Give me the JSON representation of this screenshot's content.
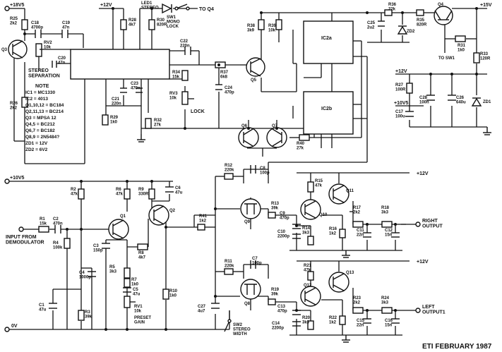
{
  "rails": {
    "plus18": "+18V5",
    "plus12_top": "+12V",
    "plus15": "+15V",
    "plus12_right": "+12V",
    "plus10": "+10V5",
    "plus12_q11": "+12V",
    "plus12_q13": "+12V",
    "plus10_left": "+10V5",
    "zero_v": "0V"
  },
  "labels": {
    "led": "LED1\nSTEREO",
    "sw1": "SW1\nMONO\nLOCK",
    "to_q4": "TO Q4",
    "to_sw1": "TO SW1",
    "stereo_sep": "STEREO\nSEPARATION",
    "lock": "LOCK",
    "input": "INPUT FROM\nDEMODULATOR",
    "preset_gain": "PRESET\nGAIN",
    "right_out": "RIGHT\nOUTPUT",
    "left_out": "LEFT\nOUTPUT1",
    "sw2": "SW2\nSTEREO\nWIDTH",
    "footer": "ETI FEBRUARY 1987"
  },
  "notes": {
    "title": "NOTE",
    "lines": [
      "IC1 = MC1330",
      "IC2 = 4013",
      "Q1,10,12 = BC184",
      "Q2,11,13 = BC214",
      "Q3 = MPSA 12",
      "Q4,5 = BC212",
      "Q6,7 = BC182",
      "Q8,9 = 2N5484?",
      "ZD1 = 12V",
      "ZD2 = 6V2"
    ]
  },
  "components": {
    "r25": "R25\n2k2",
    "c18": "C18\n4700p",
    "c19": "C19\n47n",
    "q3": "Q3",
    "rv2": "RV2\n10k",
    "c20": "C20\n47n",
    "r26": "R26\n2k2",
    "r28": "R28\n4k7",
    "r30": "R30\n820R",
    "c22": "C22\n220n",
    "r29": "R29\n1k0",
    "c21": "C21\n220n",
    "c23": "C23\n470n",
    "r32": "R32\n27k",
    "r34": "R34\n15k",
    "rv3": "RV3\n10k",
    "c24": "C24\n470p",
    "r37": "R37\n6k8",
    "r38": "R38\n3k9",
    "r39": "R39\n10k",
    "q5": "Q5",
    "q6": "Q6",
    "q7": "Q7",
    "r40": "R40\n27k",
    "ic2a": "IC2a",
    "ic2b": "IC2b",
    "c25": "C25\n2u2",
    "r36": "R36\n22k",
    "zd2": "ZD2",
    "r35": "R35\n820R",
    "q4": "Q4",
    "r31": "R31\n1k0",
    "r33": "R33\n120R",
    "r27": "R27\n100R",
    "c28": "C28\n100n",
    "c26": "C26\n640u",
    "zd1": "ZD1",
    "c17": "C17\n100u",
    "r1": "R1\n15k",
    "c2": "C2\n470n",
    "r2": "R2\n47k",
    "r4": "R4\n100k",
    "q1": "Q1",
    "r6": "R6\n47k",
    "r9": "R9\n330R",
    "c6": "C6\n47u",
    "q2": "Q2",
    "c3": "C3\n150p",
    "c4": "C4\n1000p",
    "r5": "R5\n3k3",
    "r7": "R7\n1k0",
    "c5": "C5\n47u",
    "r8": "R8\n4k7",
    "rv1": "RV1\n10k",
    "r10": "R10\n1k0",
    "c1": "C1\n47u",
    "r3": "R3\n39k",
    "r41": "R41\n1k2",
    "r12": "R12\n220k",
    "c8": "C8\n100p",
    "q9": "Q9",
    "r13": "R13\n39k",
    "r15": "R15\n47k",
    "q11": "Q11",
    "q10": "Q10",
    "c9": "C9\n470p",
    "r14": "R14\n3k3",
    "c10": "C10\n2200p",
    "r16": "R16\n1k2",
    "r17": "R17\n2k2",
    "c11": "C11\n22n",
    "r18": "R18\n3k3",
    "c12": "C12\n15n",
    "r11": "R11\n220k",
    "c7": "C7\n100p",
    "q8": "Q8",
    "r19": "R19\n39k",
    "r21": "R21\n47k",
    "q13": "Q13",
    "q12": "Q12",
    "c13": "C13\n470p",
    "c14": "C14\n2200p",
    "r20": "R20\n3k3",
    "r22": "R22\n1k2",
    "r23": "R23\n2k2",
    "c15": "C15\n22n",
    "r24": "R24\n3k3",
    "c16": "C16\n15n",
    "c27": "C27\n4u7"
  }
}
